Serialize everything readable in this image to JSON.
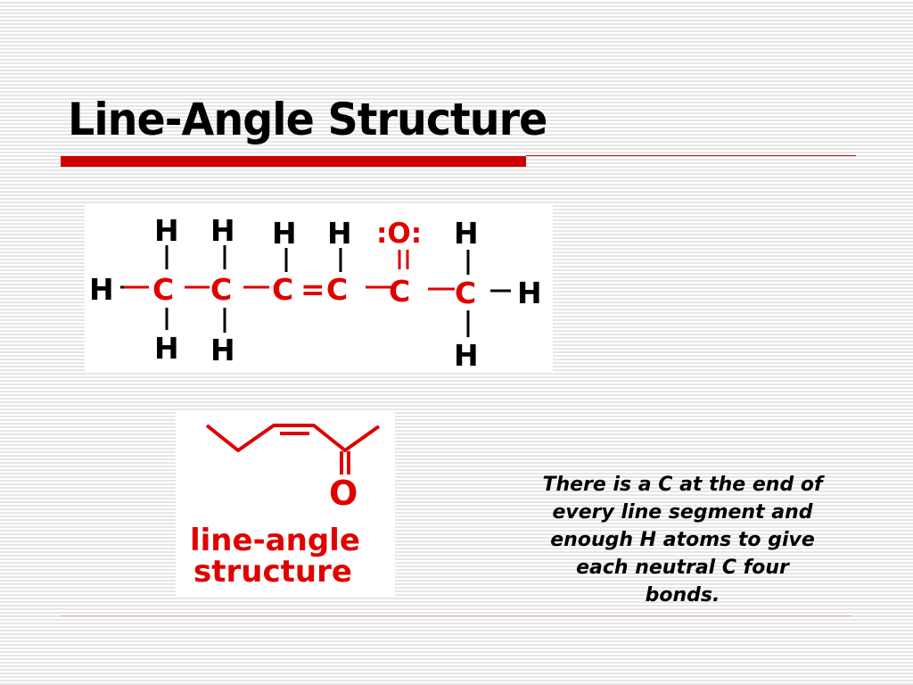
{
  "slide": {
    "title": "Line-Angle Structure",
    "accent_color": "#cc0000",
    "caption_lines": [
      "There is a C at the end of",
      "every line segment and",
      "enough H atoms to give",
      "each neutral C four",
      "bonds."
    ]
  },
  "structural_formula": {
    "atom_color_carbon": "#e00000",
    "atom_color_oxygen": "#e00000",
    "atom_color_hydrogen": "#000000",
    "left_H": "H",
    "right_H": "H",
    "top_atoms": [
      "H",
      "H",
      "H",
      "H",
      ":O:",
      "H"
    ],
    "carbons": [
      "C",
      "C",
      "C",
      "C",
      "C",
      "C"
    ],
    "bottom_atoms": [
      "H",
      "H",
      "H"
    ],
    "double_bond_symbol": "="
  },
  "line_angle_image": {
    "oxygen_label": "O",
    "caption_line1": "line-angle",
    "caption_line2": "structure"
  }
}
